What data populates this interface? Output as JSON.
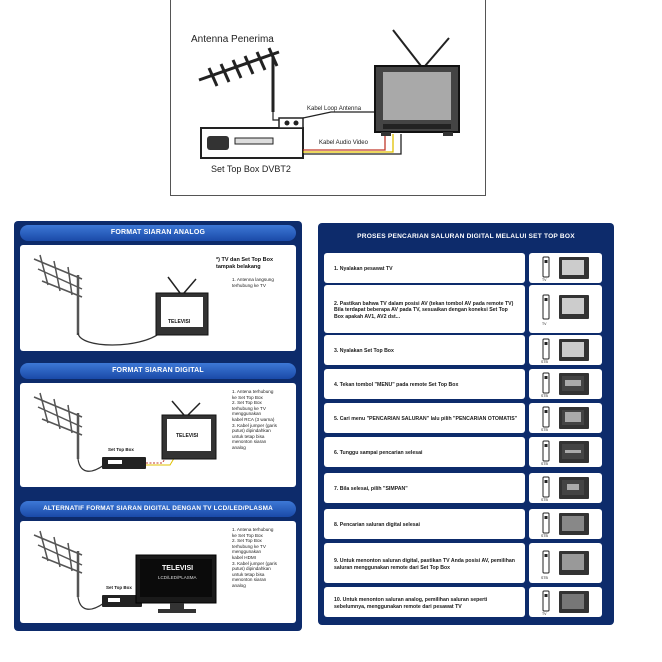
{
  "top_diagram": {
    "antenna_label": "Antenna Penerima",
    "stb_label": "Set Top Box DVBT2",
    "cable_loop_label": "Kabel Loop Antenna",
    "cable_av_label": "Kabel Audio Video"
  },
  "left_panel": {
    "analog": {
      "title": "FORMAT SIARAN ANALOG",
      "note_title": "*) TV dan Set Top Box\ntampak belakang",
      "note": "1. Antenna langsung\n   terhubung ke TV",
      "tv_label": "TELEVISI"
    },
    "digital": {
      "title": "FORMAT SIARAN DIGITAL",
      "tv_label": "TELEVISI",
      "stb_label": "Set Top Box",
      "note": "1. Antena terhubung\n   ke Set Top Box\n2. Set Top Box\n   terhubung ke TV\n   menggunakan\n   kabel RCA (3 warna)\n3. Kabel jumper (garis\n   putus) dipindahkan\n   untuk tetap bisa\n   menonton siaran\n   analog"
    },
    "alt": {
      "title": "ALTERNATIF FORMAT SIARAN DIGITAL DENGAN TV LCD/LED/PLASMA",
      "tv_label": "TELEVISI",
      "tv_sub": "LCD/LED/PLASMA",
      "stb_label": "Set Top Box",
      "note": "1. Antena terhubung\n   ke Set Top Box\n2. Set Top Box\n   terhubung ke TV\n   menggunakan\n   kabel HDMI\n3. Kabel jumper (garis\n   putus) dipindahkan\n   untuk tetap bisa\n   menonton siaran\n   analog"
    }
  },
  "right_panel": {
    "title": "PROSES PENCARIAN SALURAN DIGITAL MELALUI SET TOP BOX",
    "steps": [
      {
        "text": "1.  Nyalakan pesawat TV",
        "remote": "TV"
      },
      {
        "text": "2.  Pastikan bahwa TV dalam posisi AV (tekan tombol AV pada remote TV) Bila terdapat beberapa AV pada TV, sesuaikan dengan koneksi Set Top Box apakah AV1, AV2 dst...",
        "remote": "TV"
      },
      {
        "text": "3.  Nyalakan Set Top Box",
        "remote": "STB"
      },
      {
        "text": "4.  Tekan tombol \"MENU\" pada remote Set Top Box",
        "remote": "STB"
      },
      {
        "text": "5.  Cari menu \"PENCARIAN SALURAN\" lalu pilih \"PENCARIAN OTOMATIS\"",
        "remote": "STB"
      },
      {
        "text": "6.  Tunggu sampai pencarian selesai",
        "remote": "STB"
      },
      {
        "text": "7.  Bila selesai, pilih \"SIMPAN\"",
        "remote": "STB"
      },
      {
        "text": "8.  Pencarian saluran digital selesai",
        "remote": "STB"
      },
      {
        "text": "9.  Untuk menonton saluran digital, pastikan TV Anda posisi AV, pemilihan saluran menggunakan remote dari Set Top Box",
        "remote": "STB"
      },
      {
        "text": "10. Untuk menonton saluran analog, pemilihan saluran seperti sebelumnya, menggunakan remote dari pesawat TV",
        "remote": "TV"
      }
    ]
  },
  "colors": {
    "panel_bg": "#0d2b6b",
    "header_blue": "#2a5fc0",
    "cable_red": "#c0392b",
    "cable_yellow": "#e0c000"
  }
}
